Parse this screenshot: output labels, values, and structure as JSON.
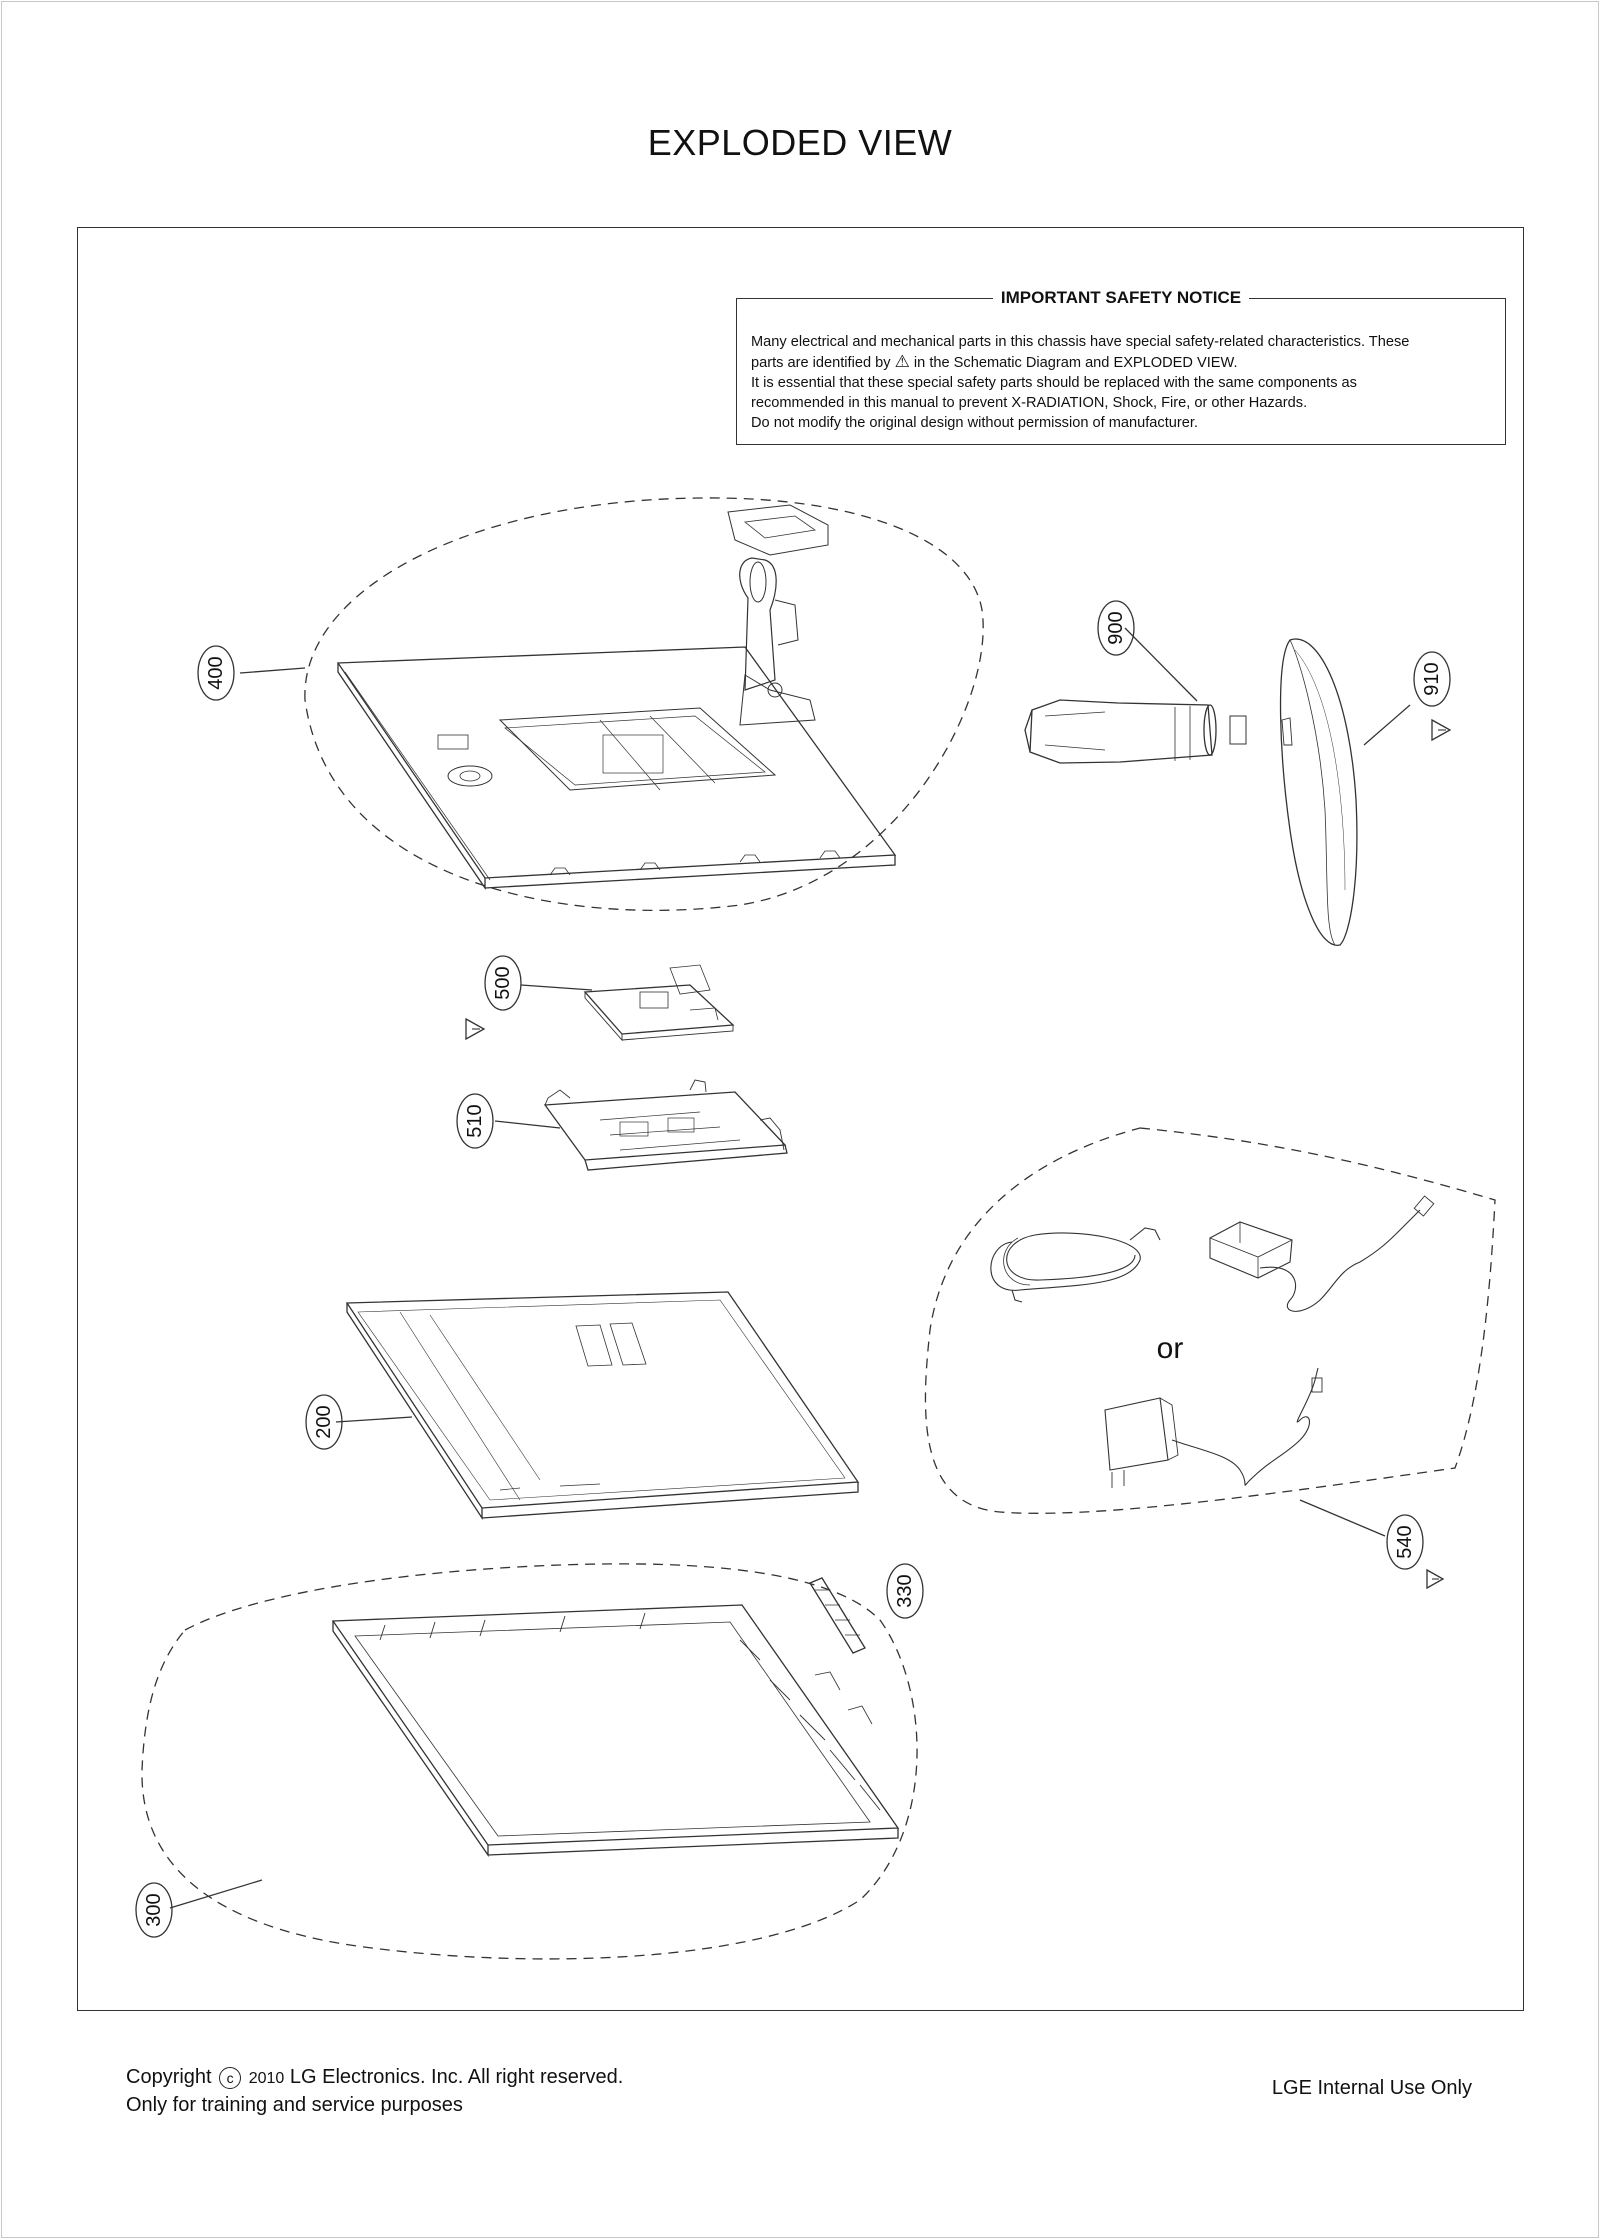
{
  "title": "EXPLODED VIEW",
  "notice": {
    "heading": "IMPORTANT SAFETY NOTICE",
    "line1": "Many electrical and mechanical parts in this chassis have special safety-related characteristics. These",
    "line2a": "parts are identified by",
    "line2b": "in the Schematic Diagram and EXPLODED VIEW.",
    "line3": "It is essential that these special safety parts should be replaced with the same components as",
    "line4": "recommended in this manual to prevent X-RADIATION, Shock, Fire, or other Hazards.",
    "line5": "Do not modify the original design without permission of manufacturer."
  },
  "parts": {
    "p400": "400",
    "p900": "900",
    "p910": "910",
    "p500": "500",
    "p510": "510",
    "p200": "200",
    "p540": "540",
    "p330": "330",
    "p300": "300"
  },
  "or_label": "or",
  "footer": {
    "copyright": "Copyright",
    "c_symbol": "c",
    "year": "2010",
    "company": "LG Electronics. Inc. All right reserved.",
    "line2": "Only for training and service purposes",
    "internal": "LGE Internal Use Only"
  },
  "warning_icon": "warning-triangle-icon"
}
